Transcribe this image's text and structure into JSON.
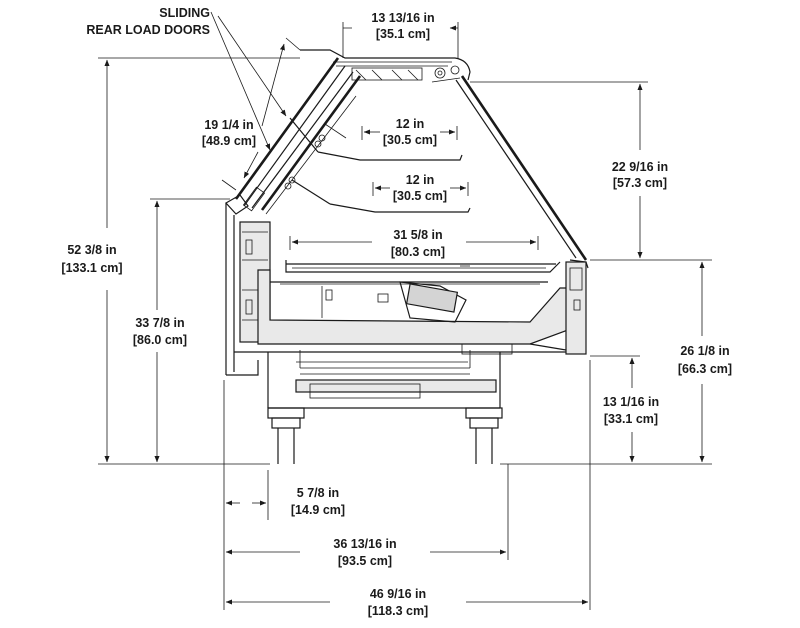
{
  "callout": {
    "line1": "SLIDING",
    "line2": "REAR LOAD DOORS"
  },
  "dimensions": {
    "top_width": {
      "imperial": "13 13/16 in",
      "metric": "[35.1 cm]"
    },
    "rear_door": {
      "imperial": "19 1/4 in",
      "metric": "[48.9 cm]"
    },
    "upper_shelf": {
      "imperial": "12 in",
      "metric": "[30.5 cm]"
    },
    "lower_shelf": {
      "imperial": "12 in",
      "metric": "[30.5 cm]"
    },
    "glass_height": {
      "imperial": "22 9/16 in",
      "metric": "[57.3 cm]"
    },
    "deck_depth": {
      "imperial": "31 5/8 in",
      "metric": "[80.3 cm]"
    },
    "overall_height": {
      "imperial": "52 3/8 in",
      "metric": "[133.1 cm]"
    },
    "rear_height": {
      "imperial": "33 7/8 in",
      "metric": "[86.0 cm]"
    },
    "front_height": {
      "imperial": "26 1/8 in",
      "metric": "[66.3 cm]"
    },
    "base_height": {
      "imperial": "13 1/16 in",
      "metric": "[33.1 cm]"
    },
    "rear_offset": {
      "imperial": "5 7/8 in",
      "metric": "[14.9 cm]"
    },
    "base_depth": {
      "imperial": "36 13/16 in",
      "metric": "[93.5 cm]"
    },
    "overall_depth": {
      "imperial": "46 9/16 in",
      "metric": "[118.3 cm]"
    }
  }
}
